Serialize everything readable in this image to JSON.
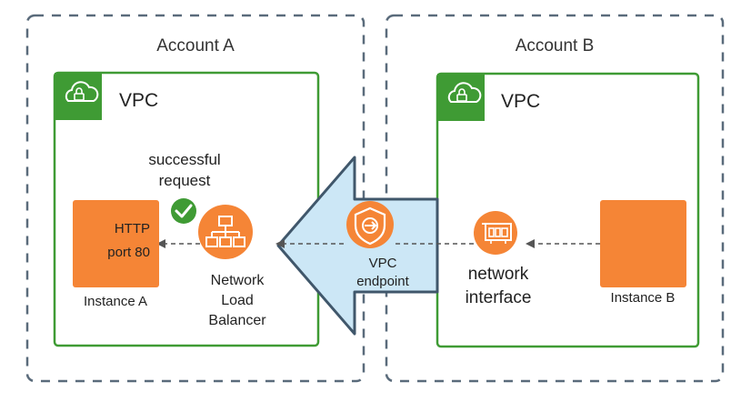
{
  "colors": {
    "account_border": "#5a6b7b",
    "vpc_border": "#3f9b34",
    "vpc_icon_bg": "#3f9b34",
    "orange": "#f58536",
    "endpoint_fill": "#cce7f6",
    "endpoint_stroke": "#40576b",
    "arrow": "#555555",
    "check": "#3f9b34"
  },
  "accounts": {
    "a": {
      "label": "Account A"
    },
    "b": {
      "label": "Account B"
    }
  },
  "vpcs": {
    "a": {
      "label": "VPC",
      "icon": "cloud-lock-icon"
    },
    "b": {
      "label": "VPC",
      "icon": "cloud-lock-icon"
    }
  },
  "status": {
    "line1": "successful",
    "line2": "request",
    "icon": "check-circle-icon"
  },
  "instance_a": {
    "label": "Instance A",
    "text_line1": "HTTP",
    "text_line2": "port 80"
  },
  "nlb": {
    "line1": "Network",
    "line2": "Load",
    "line3": "Balancer",
    "icon": "load-balancer-icon"
  },
  "endpoint": {
    "line1": "VPC",
    "line2": "endpoint",
    "icon": "vpc-endpoint-icon"
  },
  "eni": {
    "line1": "network",
    "line2": "interface",
    "icon": "network-card-icon"
  },
  "instance_b": {
    "label": "Instance B"
  }
}
